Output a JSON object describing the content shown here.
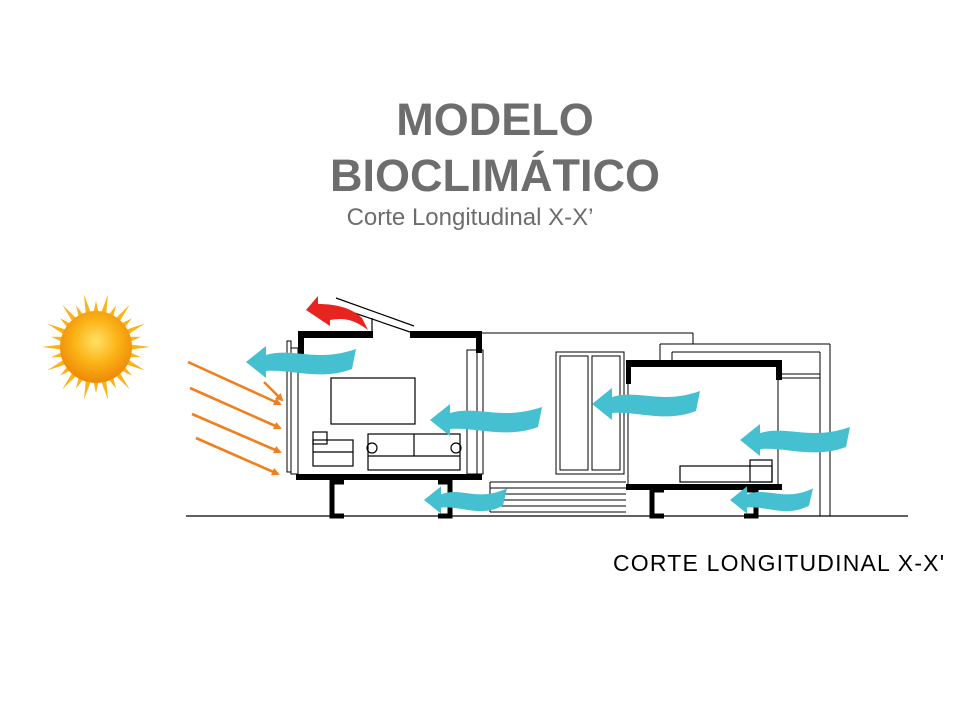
{
  "header": {
    "title_line_1": "MODELO",
    "title_line_2": "BIOCLIMÁTICO",
    "subtitle": "Corte Longitudinal X-X’"
  },
  "drawing": {
    "caption": "CORTE LONGITUDINAL X-X'",
    "icons": [
      "sun-icon",
      "solar-ray-arrow-icon",
      "cool-air-arrow-icon",
      "hot-air-arrow-icon"
    ]
  },
  "colors": {
    "title": "#6d6d6d",
    "sun_core": "#f7a711",
    "sun_rays": "#fbb316",
    "solar_rays": "#f07f1e",
    "cool_air": "#45c0d1",
    "hot_air": "#e7241f",
    "lines": "#000000"
  }
}
